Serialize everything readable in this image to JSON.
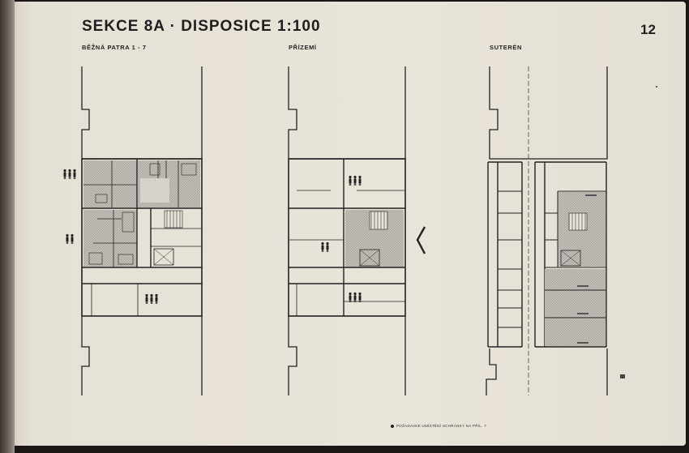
{
  "header": {
    "title": "SEKCE 8A · DISPOSICE 1:100",
    "page_number": "12"
  },
  "plans": {
    "typical_floor_label": "BĚŽNÁ PATRA 1 - 7",
    "ground_floor_label": "PŘÍZEMÍ",
    "basement_label": "SUTERÉN"
  },
  "footnote": "POŽADAVKE UMÍSTĚNÍ SCHRÁNKY NA PŘÍL. 7",
  "colors": {
    "paper": "#e8e3d9",
    "ink": "#222222",
    "shade": "#b9b5ae"
  }
}
